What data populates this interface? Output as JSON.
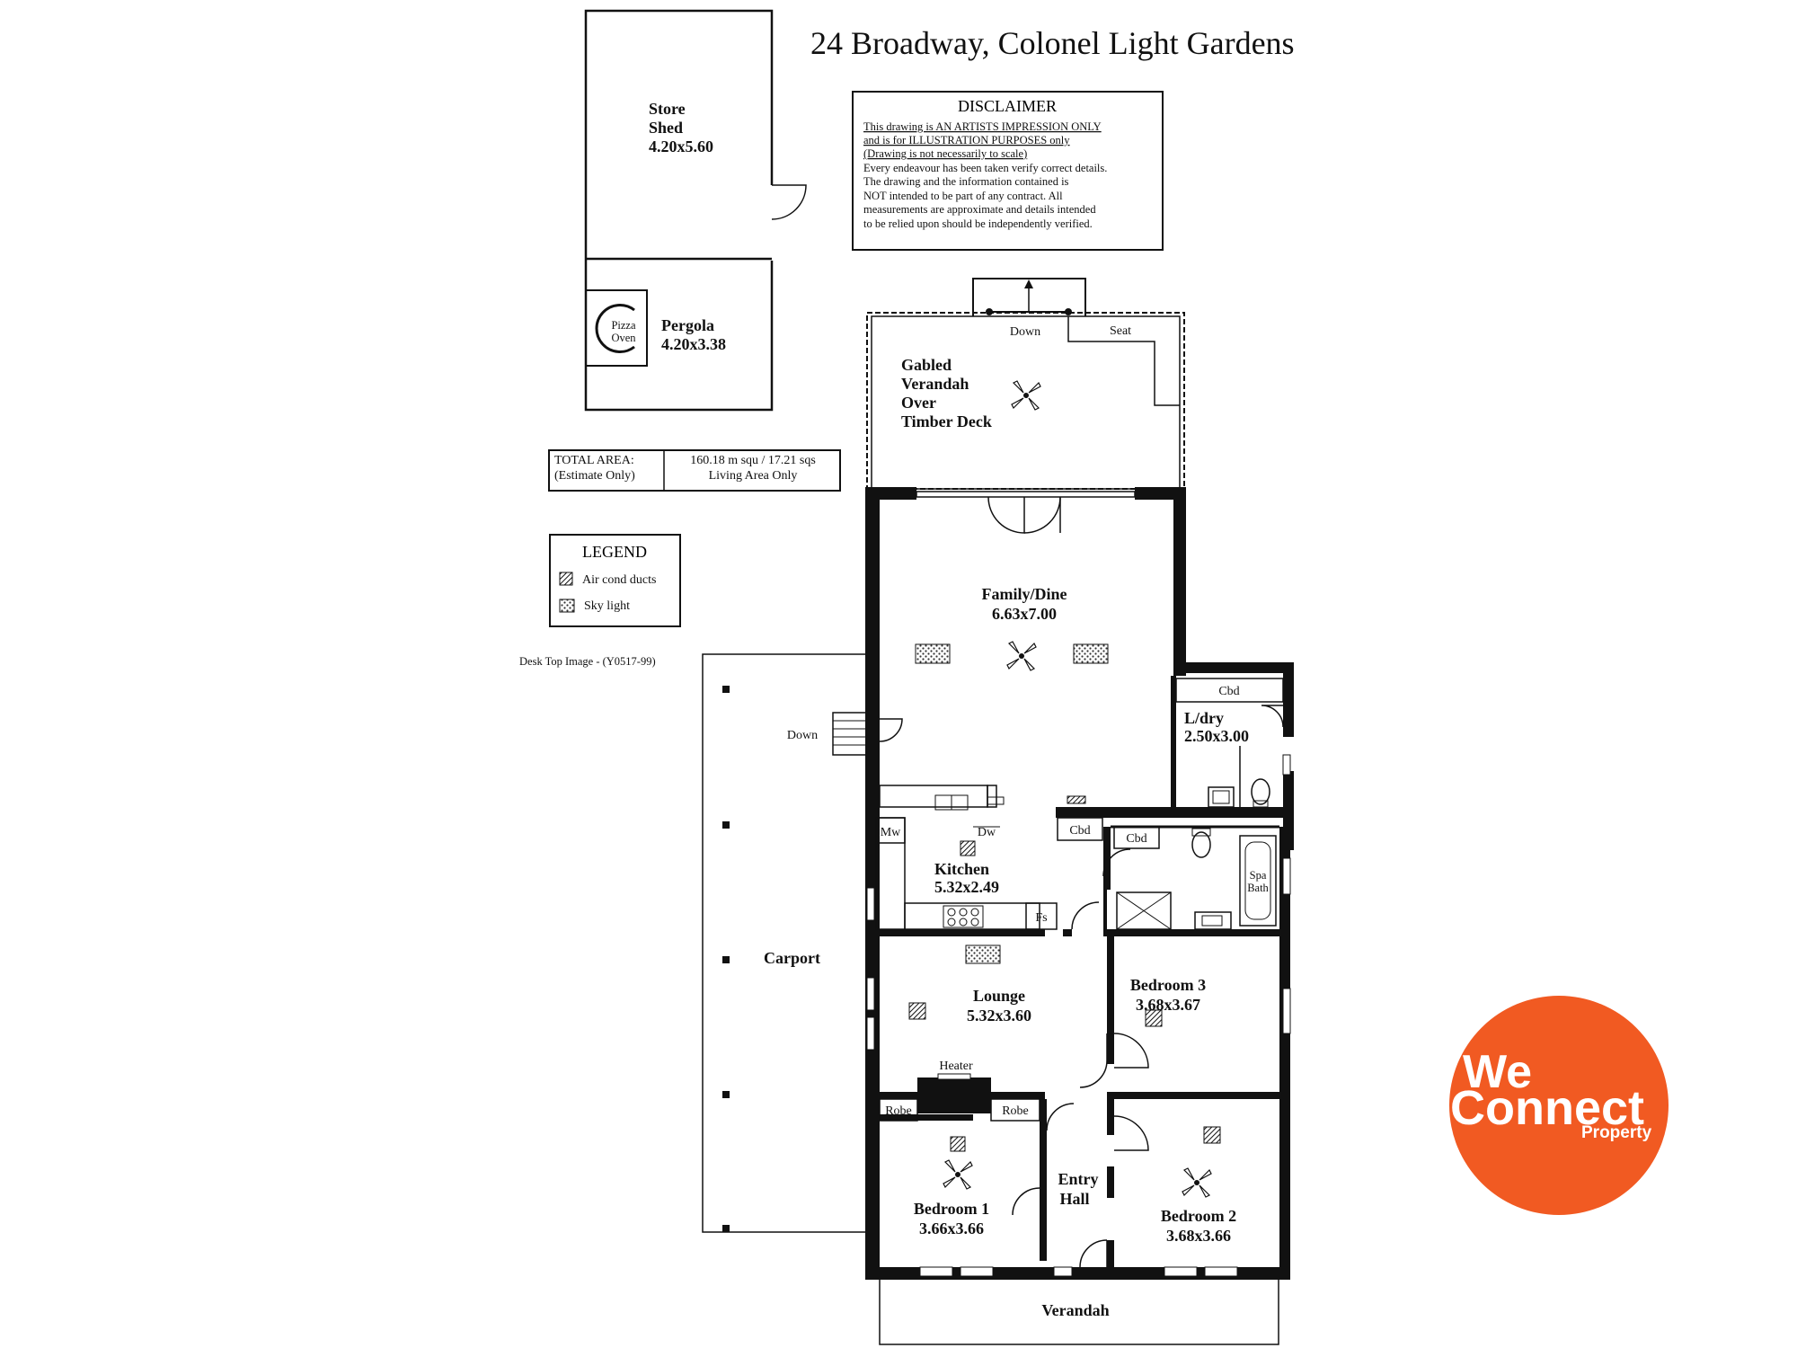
{
  "title": "24 Broadway, Colonel Light Gardens",
  "disclaimer": {
    "heading": "DISCLAIMER",
    "lines": [
      "This drawing is AN ARTISTS IMPRESSION ONLY",
      "and is for ILLUSTRATION PURPOSES only",
      "(Drawing is not necessarily to scale)",
      "Every endeavour has been taken verify correct details.",
      "The drawing and the information contained is",
      "NOT intended to be part of any contract.  All",
      "measurements are approximate and details intended",
      "to be relied upon should be independently verified."
    ]
  },
  "total_area": {
    "label": "TOTAL AREA:",
    "label_note": "(Estimate Only)",
    "value": "160.18 m squ /  17.21 sqs",
    "value_note": "Living Area Only"
  },
  "legend": {
    "title": "LEGEND",
    "items": [
      {
        "label": "Air cond ducts",
        "icon": "air-cond-duct-icon"
      },
      {
        "label": "Sky light",
        "icon": "sky-light-icon"
      }
    ]
  },
  "desk_top_image": "Desk Top Image - (Y0517-99)",
  "rooms": {
    "store_shed": {
      "name_line1": "Store",
      "name_line2": "Shed",
      "size": "4.20x5.60"
    },
    "pergola": {
      "name": "Pergola",
      "size": "4.20x3.38",
      "pizza_line1": "Pizza",
      "pizza_line2": "Oven"
    },
    "verandah_deck": {
      "line1": "Gabled",
      "line2": "Verandah",
      "line3": "Over",
      "line4": "Timber Deck",
      "down": "Down",
      "seat": "Seat"
    },
    "family_dine": {
      "name": "Family/Dine",
      "size": "6.63x7.00"
    },
    "laundry": {
      "name": "L/dry",
      "size": "2.50x3.00",
      "cbd": "Cbd"
    },
    "kitchen": {
      "name": "Kitchen",
      "size": "5.32x2.49",
      "mw": "Mw",
      "dw": "Dw",
      "fs": "Fs",
      "cbd": "Cbd"
    },
    "bathroom": {
      "cbd": "Cbd",
      "spa_line1": "Spa",
      "spa_line2": "Bath"
    },
    "lounge": {
      "name": "Lounge",
      "size": "5.32x3.60",
      "heater": "Heater"
    },
    "bedroom3": {
      "name": "Bedroom 3",
      "size": "3.68x3.67"
    },
    "bedroom1": {
      "name": "Bedroom 1",
      "size": "3.66x3.66",
      "robe": "Robe"
    },
    "bedroom2": {
      "name": "Bedroom 2",
      "size": "3.68x3.66"
    },
    "entry_hall": {
      "line1": "Entry",
      "line2": "Hall",
      "robe": "Robe"
    },
    "carport": {
      "name": "Carport",
      "down": "Down"
    },
    "verandah_front": {
      "name": "Verandah"
    }
  },
  "logo": {
    "line1": "We",
    "line2": "Connect",
    "line3": "Property",
    "color": "#f15a22"
  },
  "colors": {
    "wall": "#111111",
    "accent": "#f15a22"
  }
}
